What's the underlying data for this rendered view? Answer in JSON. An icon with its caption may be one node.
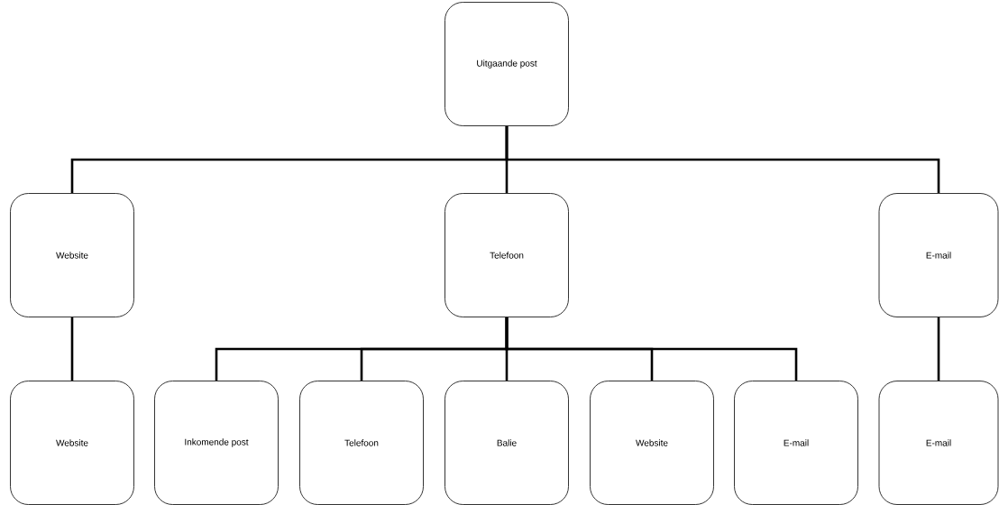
{
  "diagram": {
    "nodes": [
      {
        "text": [
          "Uitgaande post"
        ]
      },
      {
        "text": [
          "Website"
        ]
      },
      {
        "text": [
          "Telefoon"
        ]
      },
      {
        "text": [
          "E-mail"
        ]
      },
      {
        "text": [
          "Website"
        ]
      },
      {
        "text": [
          "Inkomende post"
        ]
      },
      {
        "text": [
          "Telefoon"
        ]
      },
      {
        "text": [
          "Balie"
        ]
      },
      {
        "text": [
          "Website"
        ]
      },
      {
        "text": [
          "E-mail"
        ]
      },
      {
        "text": [
          "E-mail"
        ]
      }
    ],
    "edges": [
      {
        "from": 0,
        "to": 1,
        "arrow": "none"
      },
      {
        "from": 0,
        "to": 2,
        "arrow": "none"
      },
      {
        "from": 0,
        "to": 3,
        "arrow": "none"
      },
      {
        "from": 1,
        "to": 4,
        "arrow": "none"
      },
      {
        "from": 2,
        "to": 5,
        "arrow": "none"
      },
      {
        "from": 2,
        "to": 6,
        "arrow": "none"
      },
      {
        "from": 2,
        "to": 7,
        "arrow": "none"
      },
      {
        "from": 2,
        "to": 8,
        "arrow": "none"
      },
      {
        "from": 2,
        "to": 9,
        "arrow": "none"
      },
      {
        "from": 3,
        "to": 10,
        "arrow": "none"
      }
    ]
  }
}
